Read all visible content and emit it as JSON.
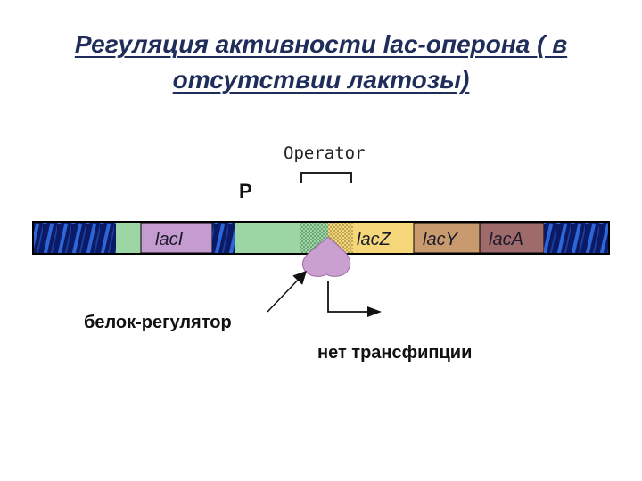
{
  "title": {
    "line1": "Регуляция активности lac-оперона ( в",
    "line2": "отсутствии лактозы)"
  },
  "diagram": {
    "operator_label": "Operator",
    "promoter_label": "P",
    "genes": {
      "lacI": "lacI",
      "lacZ": "lacZ",
      "lacY": "lacY",
      "lacA": "lacA"
    },
    "regulator_label": "белок-регулятор",
    "no_transcription_label": "нет трансфипции",
    "colors": {
      "dna_dark": "#0a1a66",
      "dna_light": "#2f66d6",
      "lacI": "#c49ccf",
      "lacZ": "#f5d77a",
      "lacY": "#c99a6e",
      "lacA": "#9e6a6a",
      "spacer_green": "#9cd6a4",
      "repressor": "#c9a0cf"
    }
  }
}
